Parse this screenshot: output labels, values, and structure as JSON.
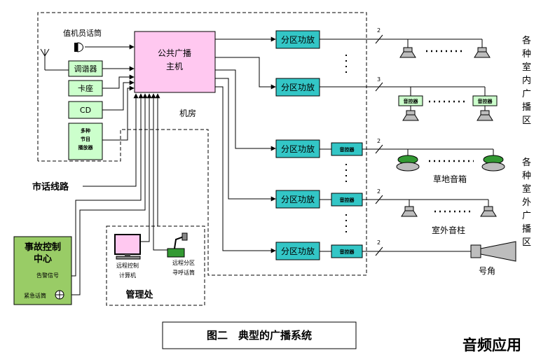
{
  "host": {
    "line1": "公共广播",
    "line2": "主机"
  },
  "sources": {
    "mic": "值机员话筒",
    "tuner": "调谐器",
    "cassette": "卡座",
    "cd": "CD",
    "programmer_l1": "多种",
    "programmer_l2": "节目",
    "programmer_l3": "播放器"
  },
  "machine_room": "机房",
  "phone_line": "市话线路",
  "emergency": {
    "title_l1": "事故控制",
    "title_l2": "中心",
    "alarm": "告警信号",
    "emergency_mic": "紧急话筒"
  },
  "management": {
    "title": "管理处",
    "computer_l1": "远程控制",
    "computer_l2": "计算机",
    "paging_l1": "远程分区",
    "paging_l2": "寻呼话筒"
  },
  "amp_label": "分区功放",
  "controller_label": "音控器",
  "wire_counts": [
    "2",
    "3",
    "2",
    "2",
    "2"
  ],
  "zones": {
    "indoor": [
      "各",
      "种",
      "室",
      "内",
      "广",
      "播",
      "区"
    ],
    "outdoor": [
      "各",
      "种",
      "室",
      "外",
      "广",
      "播",
      "区"
    ]
  },
  "speaker_labels": {
    "lawn": "草地音箱",
    "column": "室外音柱",
    "horn": "号角"
  },
  "caption": "图二　典型的广播系统",
  "brand": "音频应用",
  "colors": {
    "host_fill": "#ffc8f0",
    "amp_fill": "#33c6c6",
    "source_fill": "#ccffcc",
    "panel_fill": "#99cc66",
    "speaker_fill": "#bdbdbd",
    "lawn_fill": "#339933"
  },
  "icons": [
    "antenna-icon",
    "microphone-icon",
    "speaker-icon",
    "horn-icon",
    "computer-icon",
    "paging-mic-icon",
    "phone-icon"
  ]
}
